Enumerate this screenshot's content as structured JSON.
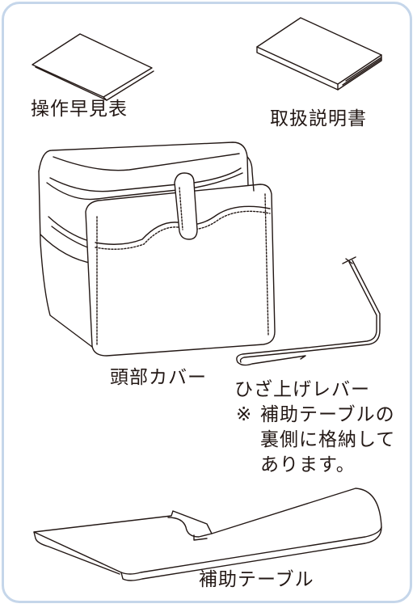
{
  "items": {
    "quick_reference": "操作早見表",
    "manual": "取扱説明書",
    "head_cover": "頭部カバー",
    "knee_lever": "ひざ上げレバー",
    "note_mark": "※",
    "note_line1": "補助テーブルの",
    "note_line2": "裏側に格納して",
    "note_line3": "あります。",
    "extension_table": "補助テーブル"
  },
  "colors": {
    "frame": "#c5d6ea",
    "line": "#231815"
  }
}
